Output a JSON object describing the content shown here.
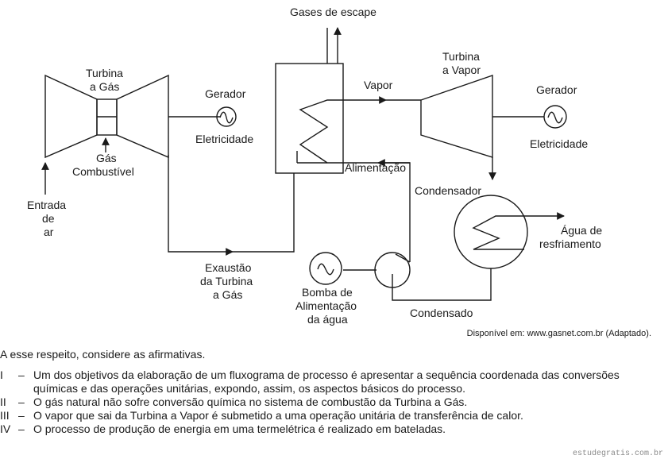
{
  "diagram": {
    "labels": {
      "gases": "Gases de escape",
      "tg1": "Turbina",
      "tg2": "a Gás",
      "ger1": "Gerador",
      "elet1": "Eletricidade",
      "vapor": "Vapor",
      "tv1": "Turbina",
      "tv2": "a Vapor",
      "ger2": "Gerador",
      "elet2": "Eletricidade",
      "gas1": "Gás",
      "gas2": "Combustível",
      "alim": "Alimentação",
      "ent1": "Entrada",
      "ent2": "de",
      "ent3": "ar",
      "cond": "Condensador",
      "agua1": "Água de",
      "agua2": "resfriamento",
      "ex1": "Exaustão",
      "ex2": "da Turbina",
      "ex3": "a Gás",
      "bomba1": "Bomba de",
      "bomba2": "Alimentação",
      "bomba3": "da água",
      "condensado": "Condensado"
    }
  },
  "source": "Disponível em: www.gasnet.com.br (Adaptado).",
  "question": "A esse respeito, considere as afirmativas.",
  "items": [
    {
      "num": "I",
      "line1": "Um dos objetivos da elaboração de um fluxograma de processo é apresentar a sequência coordenada das conversões",
      "line2": "químicas e das operações unitárias, expondo, assim, os aspectos básicos do processo."
    },
    {
      "num": "II",
      "line1": "O gás natural não sofre conversão química no sistema de combustão da Turbina a Gás.",
      "line2": ""
    },
    {
      "num": "III",
      "line1": "O vapor que sai da Turbina a Vapor é submetido a uma operação unitária de transferência de calor.",
      "line2": ""
    },
    {
      "num": "IV",
      "line1": "O processo de produção de energia em uma termelétrica é realizado em bateladas.",
      "line2": ""
    }
  ],
  "watermark": "estudegratis.com.br"
}
